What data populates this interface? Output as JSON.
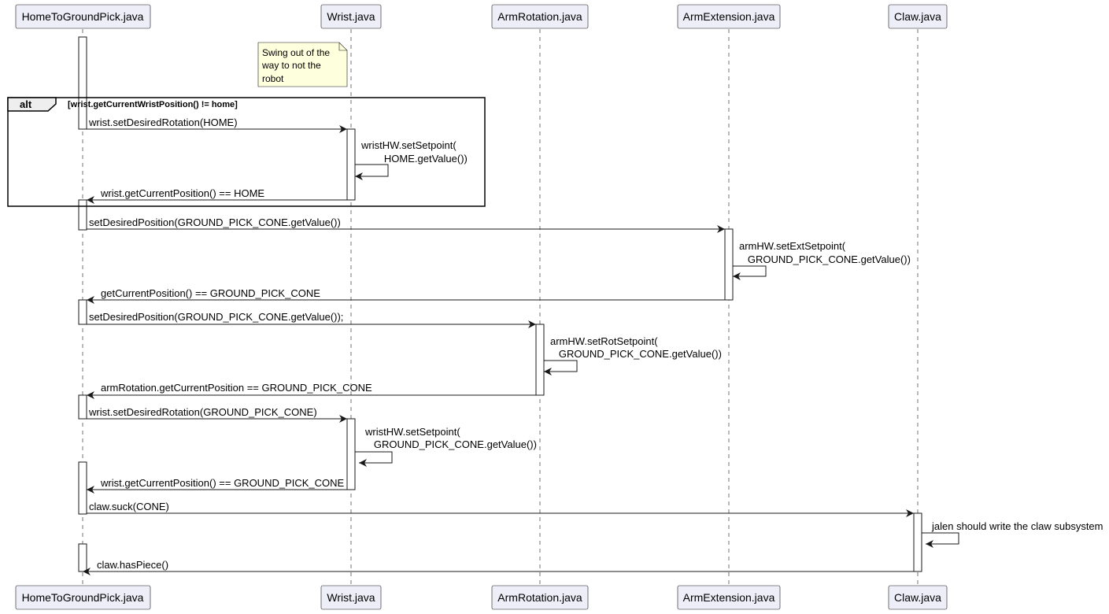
{
  "participants": [
    {
      "id": "htg",
      "label": "HomeToGroundPick.java"
    },
    {
      "id": "wrist",
      "label": "Wrist.java"
    },
    {
      "id": "rot",
      "label": "ArmRotation.java"
    },
    {
      "id": "ext",
      "label": "ArmExtension.java"
    },
    {
      "id": "claw",
      "label": "Claw.java"
    }
  ],
  "note": {
    "lines": [
      "Swing out of the",
      "way to not the",
      "robot"
    ]
  },
  "alt_fragment": {
    "tag": "alt",
    "guard": "[wrist.getCurrentWristPosition() != home]"
  },
  "messages": [
    {
      "from": "htg",
      "to": "wrist",
      "lines": [
        "wrist.setDesiredRotation(HOME)"
      ]
    },
    {
      "from": "wrist",
      "to": "wrist",
      "lines": [
        "wristHW.setSetpoint(",
        "        HOME.getValue())"
      ]
    },
    {
      "from": "wrist",
      "to": "htg",
      "lines": [
        "wrist.getCurrentPosition() == HOME"
      ]
    },
    {
      "from": "htg",
      "to": "ext",
      "lines": [
        "setDesiredPosition(GROUND_PICK_CONE.getValue())"
      ]
    },
    {
      "from": "ext",
      "to": "ext",
      "lines": [
        "armHW.setExtSetpoint(",
        "   GROUND_PICK_CONE.getValue())"
      ]
    },
    {
      "from": "ext",
      "to": "htg",
      "lines": [
        "getCurrentPosition() == GROUND_PICK_CONE"
      ]
    },
    {
      "from": "htg",
      "to": "rot",
      "lines": [
        "setDesiredPosition(GROUND_PICK_CONE.getValue());"
      ]
    },
    {
      "from": "rot",
      "to": "rot",
      "lines": [
        "armHW.setRotSetpoint(",
        "   GROUND_PICK_CONE.getValue())"
      ]
    },
    {
      "from": "rot",
      "to": "htg",
      "lines": [
        "armRotation.getCurrentPosition == GROUND_PICK_CONE"
      ]
    },
    {
      "from": "htg",
      "to": "wrist",
      "lines": [
        "wrist.setDesiredRotation(GROUND_PICK_CONE)"
      ]
    },
    {
      "from": "wrist",
      "to": "wrist",
      "lines": [
        "wristHW.setSetpoint(",
        "   GROUND_PICK_CONE.getValue())"
      ]
    },
    {
      "from": "wrist",
      "to": "htg",
      "lines": [
        "wrist.getCurrentPosition() == GROUND_PICK_CONE"
      ]
    },
    {
      "from": "htg",
      "to": "claw",
      "lines": [
        "claw.suck(CONE)"
      ]
    },
    {
      "from": "claw",
      "to": "claw",
      "lines": [
        "jalen should write the claw subsystem"
      ]
    },
    {
      "from": "claw",
      "to": "htg",
      "lines": [
        "claw.hasPiece()"
      ]
    }
  ]
}
